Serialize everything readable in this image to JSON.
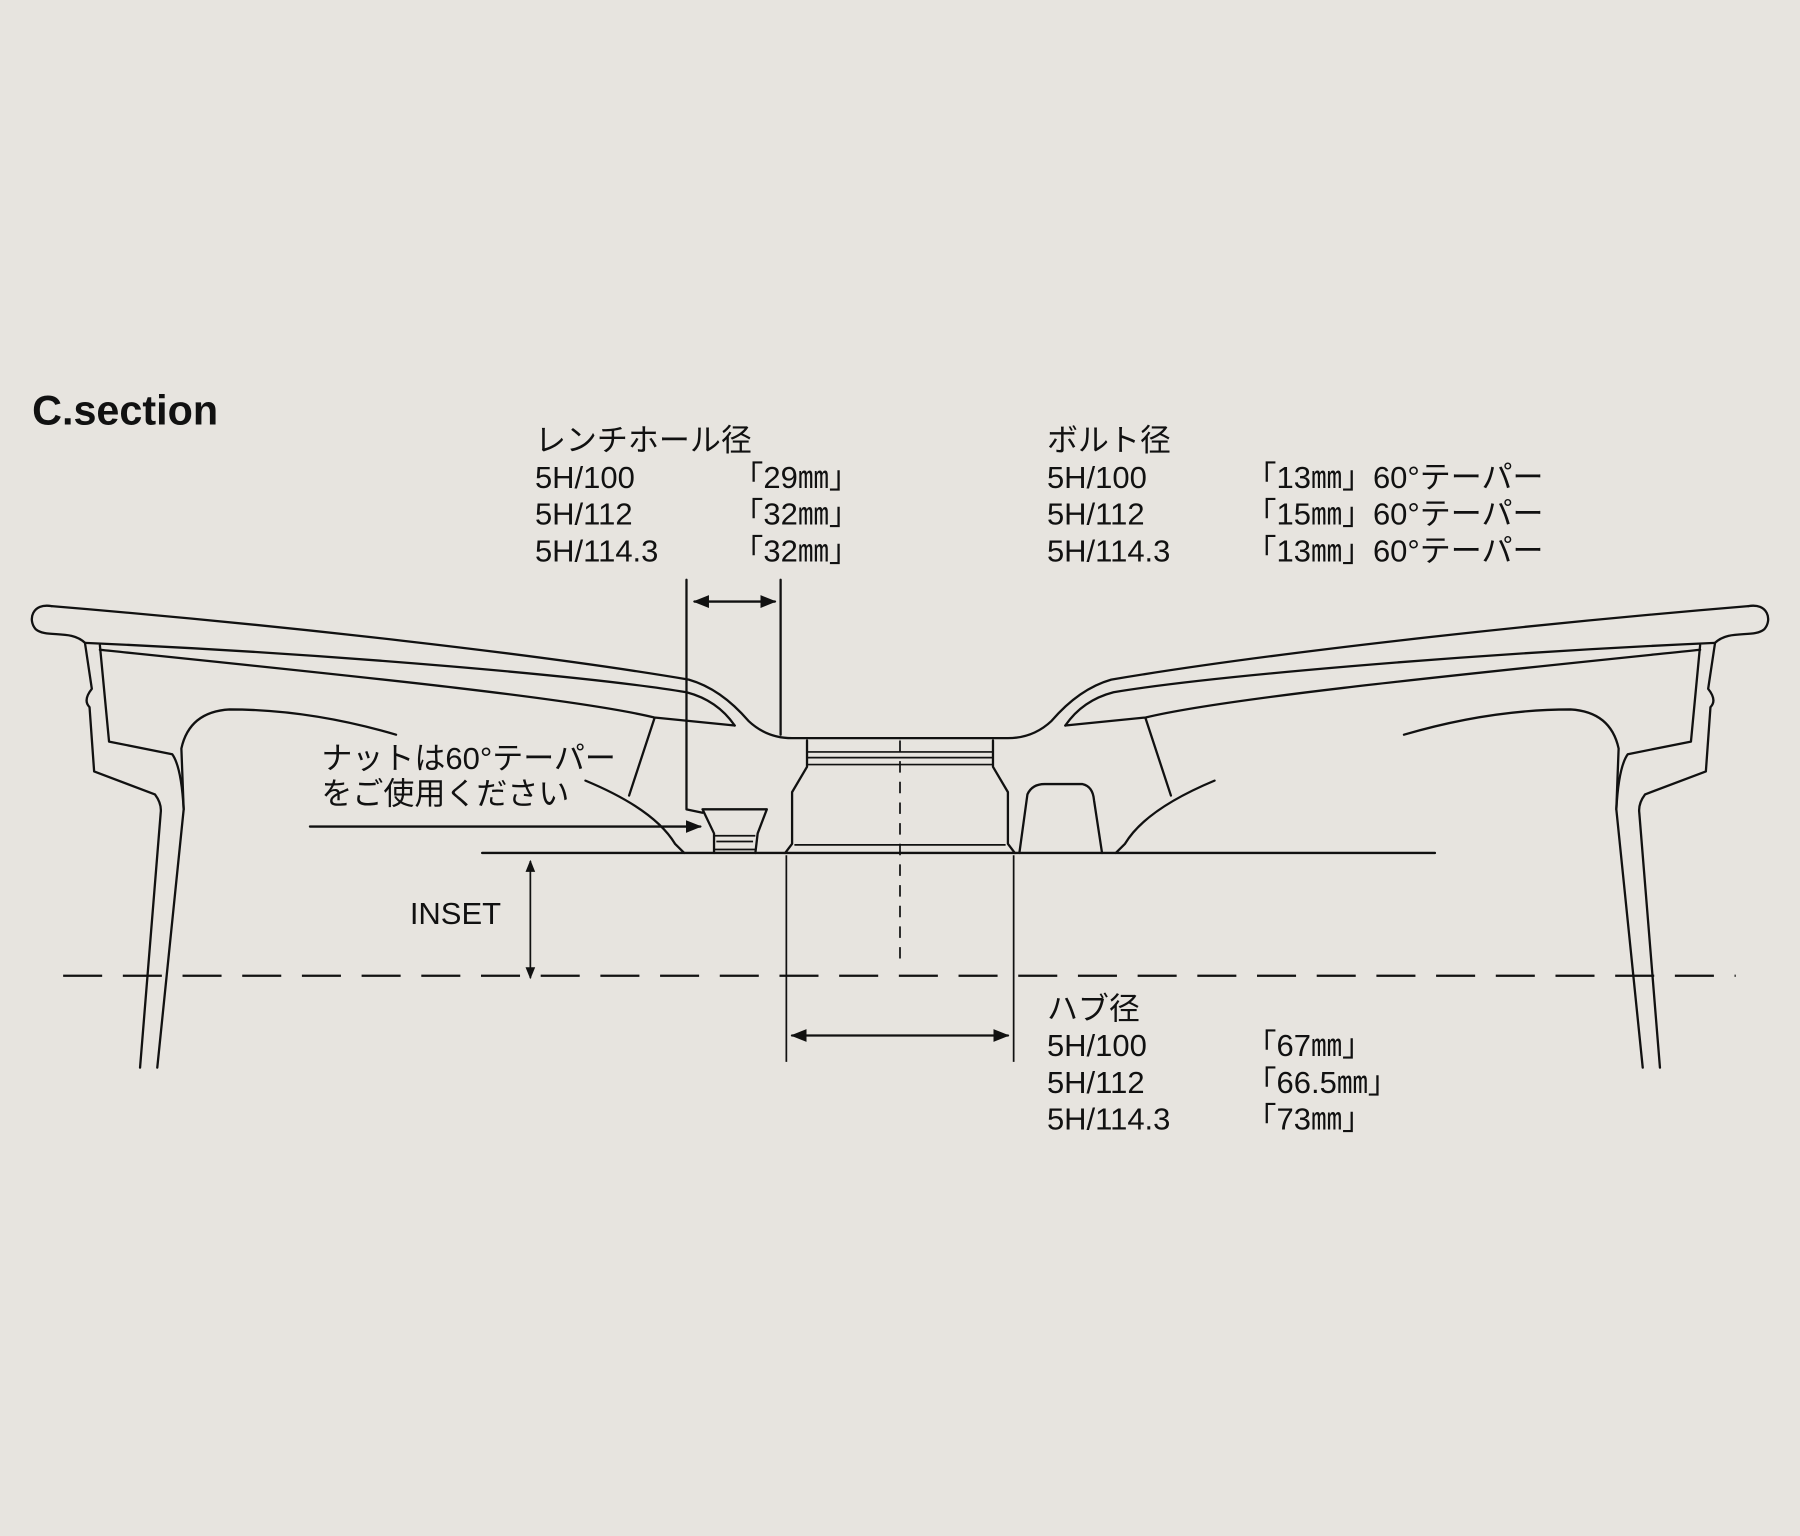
{
  "title": "C.section",
  "wrench_hole": {
    "heading": "レンチホール径",
    "rows": [
      {
        "pcd": "5H/100",
        "value": "「29㎜」"
      },
      {
        "pcd": "5H/112",
        "value": "「32㎜」"
      },
      {
        "pcd": "5H/114.3",
        "value": "「32㎜」"
      }
    ]
  },
  "bolt": {
    "heading": "ボルト径",
    "rows": [
      {
        "pcd": "5H/100",
        "value": "「13㎜」60°テーパー"
      },
      {
        "pcd": "5H/112",
        "value": "「15㎜」60°テーパー"
      },
      {
        "pcd": "5H/114.3",
        "value": "「13㎜」60°テーパー"
      }
    ]
  },
  "hub": {
    "heading": "ハブ径",
    "rows": [
      {
        "pcd": "5H/100",
        "value": "「67㎜」"
      },
      {
        "pcd": "5H/112",
        "value": "「66.5㎜」"
      },
      {
        "pcd": "5H/114.3",
        "value": "「73㎜」"
      }
    ]
  },
  "nut_note": {
    "line1": "ナットは60°テーパー",
    "line2": "をご使用ください"
  },
  "inset_label": "INSET"
}
